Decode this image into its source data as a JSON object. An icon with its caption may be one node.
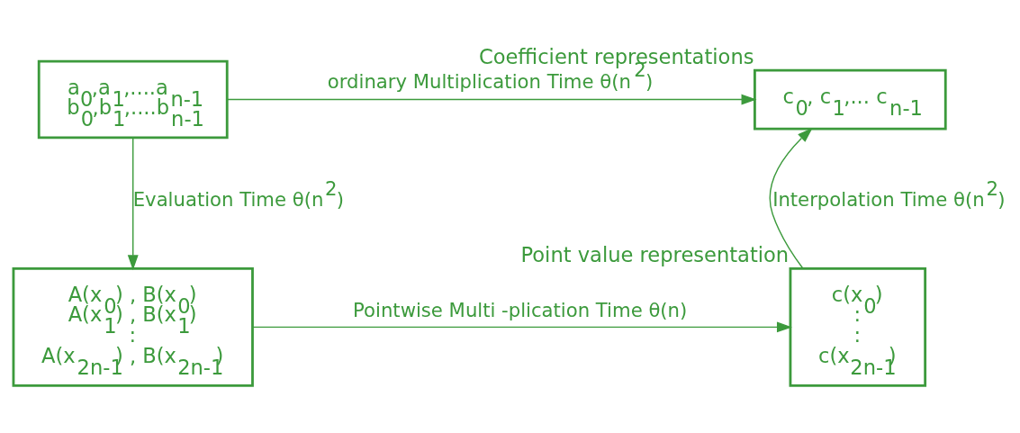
{
  "diagram": {
    "nodes": [
      {
        "text": [
          "a$_{0}$,a$_{1}$,....a$_{n-1}$",
          "b$_{0}$,b$_{1}$,....b$_{n-1}$"
        ]
      },
      {
        "text": [
          "c$_{0}$, c$_{1}$,... c$_{n-1}$"
        ],
        "beside": [
          "Coefficient representations"
        ]
      },
      {
        "text": [
          "A(x$_{0}$) , B(x$_{0}$)",
          "A(x$_{1}$) , B(x$_{1}$)",
          ":",
          "A(x$_{2n-1}$) , B(x$_{2n-1}$)"
        ]
      },
      {
        "text": [
          "c(x$_{0}$)",
          ":",
          ":",
          "c(x$_{2n-1}$)"
        ],
        "beside": [
          "Point value representation"
        ]
      }
    ],
    "edges": [
      {
        "from": 0,
        "to": 1,
        "arrow": "to",
        "label": "ordinary Multiplication Time θ(n$^{2}$)"
      },
      {
        "from": 0,
        "to": 2,
        "arrow": "to",
        "label": "Evaluation Time θ(n$^{2}$)"
      },
      {
        "from": 2,
        "to": 3,
        "arrow": "to",
        "label": "Pointwise Multi -plication Time θ(n)"
      },
      {
        "from": 3,
        "to": 1,
        "arrow": "to",
        "label": "Interpolation Time θ(n$^{2}$)"
      }
    ]
  }
}
